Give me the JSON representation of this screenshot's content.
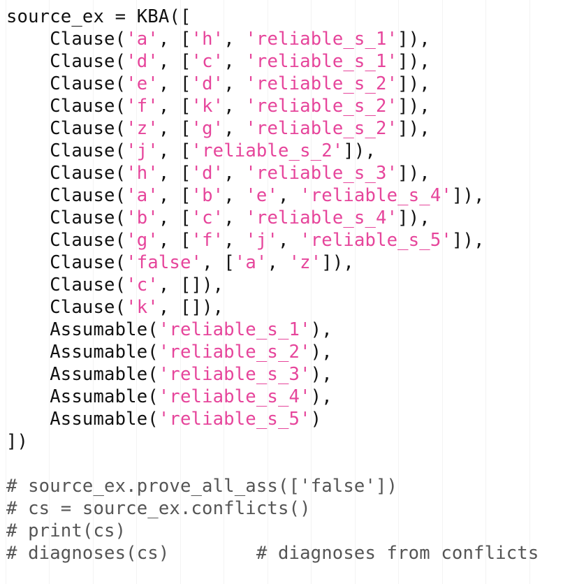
{
  "editor": {
    "colors": {
      "text": "#111111",
      "string": "#e6459b",
      "comment": "#555555",
      "background": "#ffffff"
    },
    "lines": [
      [
        {
          "t": "source_ex = KBA([",
          "c": "p"
        }
      ],
      [
        {
          "t": "    Clause(",
          "c": "p"
        },
        {
          "t": "'a'",
          "c": "s"
        },
        {
          "t": ", [",
          "c": "p"
        },
        {
          "t": "'h'",
          "c": "s"
        },
        {
          "t": ", ",
          "c": "p"
        },
        {
          "t": "'reliable_s_1'",
          "c": "s"
        },
        {
          "t": "]),",
          "c": "p"
        }
      ],
      [
        {
          "t": "    Clause(",
          "c": "p"
        },
        {
          "t": "'d'",
          "c": "s"
        },
        {
          "t": ", [",
          "c": "p"
        },
        {
          "t": "'c'",
          "c": "s"
        },
        {
          "t": ", ",
          "c": "p"
        },
        {
          "t": "'reliable_s_1'",
          "c": "s"
        },
        {
          "t": "]),",
          "c": "p"
        }
      ],
      [
        {
          "t": "    Clause(",
          "c": "p"
        },
        {
          "t": "'e'",
          "c": "s"
        },
        {
          "t": ", [",
          "c": "p"
        },
        {
          "t": "'d'",
          "c": "s"
        },
        {
          "t": ", ",
          "c": "p"
        },
        {
          "t": "'reliable_s_2'",
          "c": "s"
        },
        {
          "t": "]),",
          "c": "p"
        }
      ],
      [
        {
          "t": "    Clause(",
          "c": "p"
        },
        {
          "t": "'f'",
          "c": "s"
        },
        {
          "t": ", [",
          "c": "p"
        },
        {
          "t": "'k'",
          "c": "s"
        },
        {
          "t": ", ",
          "c": "p"
        },
        {
          "t": "'reliable_s_2'",
          "c": "s"
        },
        {
          "t": "]),",
          "c": "p"
        }
      ],
      [
        {
          "t": "    Clause(",
          "c": "p"
        },
        {
          "t": "'z'",
          "c": "s"
        },
        {
          "t": ", [",
          "c": "p"
        },
        {
          "t": "'g'",
          "c": "s"
        },
        {
          "t": ", ",
          "c": "p"
        },
        {
          "t": "'reliable_s_2'",
          "c": "s"
        },
        {
          "t": "]),",
          "c": "p"
        }
      ],
      [
        {
          "t": "    Clause(",
          "c": "p"
        },
        {
          "t": "'j'",
          "c": "s"
        },
        {
          "t": ", [",
          "c": "p"
        },
        {
          "t": "'reliable_s_2'",
          "c": "s"
        },
        {
          "t": "]),",
          "c": "p"
        }
      ],
      [
        {
          "t": "    Clause(",
          "c": "p"
        },
        {
          "t": "'h'",
          "c": "s"
        },
        {
          "t": ", [",
          "c": "p"
        },
        {
          "t": "'d'",
          "c": "s"
        },
        {
          "t": ", ",
          "c": "p"
        },
        {
          "t": "'reliable_s_3'",
          "c": "s"
        },
        {
          "t": "]),",
          "c": "p"
        }
      ],
      [
        {
          "t": "    Clause(",
          "c": "p"
        },
        {
          "t": "'a'",
          "c": "s"
        },
        {
          "t": ", [",
          "c": "p"
        },
        {
          "t": "'b'",
          "c": "s"
        },
        {
          "t": ", ",
          "c": "p"
        },
        {
          "t": "'e'",
          "c": "s"
        },
        {
          "t": ", ",
          "c": "p"
        },
        {
          "t": "'reliable_s_4'",
          "c": "s"
        },
        {
          "t": "]),",
          "c": "p"
        }
      ],
      [
        {
          "t": "    Clause(",
          "c": "p"
        },
        {
          "t": "'b'",
          "c": "s"
        },
        {
          "t": ", [",
          "c": "p"
        },
        {
          "t": "'c'",
          "c": "s"
        },
        {
          "t": ", ",
          "c": "p"
        },
        {
          "t": "'reliable_s_4'",
          "c": "s"
        },
        {
          "t": "]),",
          "c": "p"
        }
      ],
      [
        {
          "t": "    Clause(",
          "c": "p"
        },
        {
          "t": "'g'",
          "c": "s"
        },
        {
          "t": ", [",
          "c": "p"
        },
        {
          "t": "'f'",
          "c": "s"
        },
        {
          "t": ", ",
          "c": "p"
        },
        {
          "t": "'j'",
          "c": "s"
        },
        {
          "t": ", ",
          "c": "p"
        },
        {
          "t": "'reliable_s_5'",
          "c": "s"
        },
        {
          "t": "]),",
          "c": "p"
        }
      ],
      [
        {
          "t": "    Clause(",
          "c": "p"
        },
        {
          "t": "'false'",
          "c": "s"
        },
        {
          "t": ", [",
          "c": "p"
        },
        {
          "t": "'a'",
          "c": "s"
        },
        {
          "t": ", ",
          "c": "p"
        },
        {
          "t": "'z'",
          "c": "s"
        },
        {
          "t": "]),",
          "c": "p"
        }
      ],
      [
        {
          "t": "    Clause(",
          "c": "p"
        },
        {
          "t": "'c'",
          "c": "s"
        },
        {
          "t": ", []),",
          "c": "p"
        }
      ],
      [
        {
          "t": "    Clause(",
          "c": "p"
        },
        {
          "t": "'k'",
          "c": "s"
        },
        {
          "t": ", []),",
          "c": "p"
        }
      ],
      [
        {
          "t": "    Assumable(",
          "c": "p"
        },
        {
          "t": "'reliable_s_1'",
          "c": "s"
        },
        {
          "t": "),",
          "c": "p"
        }
      ],
      [
        {
          "t": "    Assumable(",
          "c": "p"
        },
        {
          "t": "'reliable_s_2'",
          "c": "s"
        },
        {
          "t": "),",
          "c": "p"
        }
      ],
      [
        {
          "t": "    Assumable(",
          "c": "p"
        },
        {
          "t": "'reliable_s_3'",
          "c": "s"
        },
        {
          "t": "),",
          "c": "p"
        }
      ],
      [
        {
          "t": "    Assumable(",
          "c": "p"
        },
        {
          "t": "'reliable_s_4'",
          "c": "s"
        },
        {
          "t": "),",
          "c": "p"
        }
      ],
      [
        {
          "t": "    Assumable(",
          "c": "p"
        },
        {
          "t": "'reliable_s_5'",
          "c": "s"
        },
        {
          "t": ")",
          "c": "p"
        }
      ],
      [
        {
          "t": "])",
          "c": "p"
        }
      ],
      [
        {
          "t": "",
          "c": "p"
        }
      ],
      [
        {
          "t": "# source_ex.prove_all_ass(['false'])",
          "c": "c"
        }
      ],
      [
        {
          "t": "# cs = source_ex.conflicts()",
          "c": "c"
        }
      ],
      [
        {
          "t": "# print(cs)",
          "c": "c"
        }
      ],
      [
        {
          "t": "# diagnoses(cs)        # diagnoses from conflicts",
          "c": "c"
        }
      ]
    ]
  }
}
